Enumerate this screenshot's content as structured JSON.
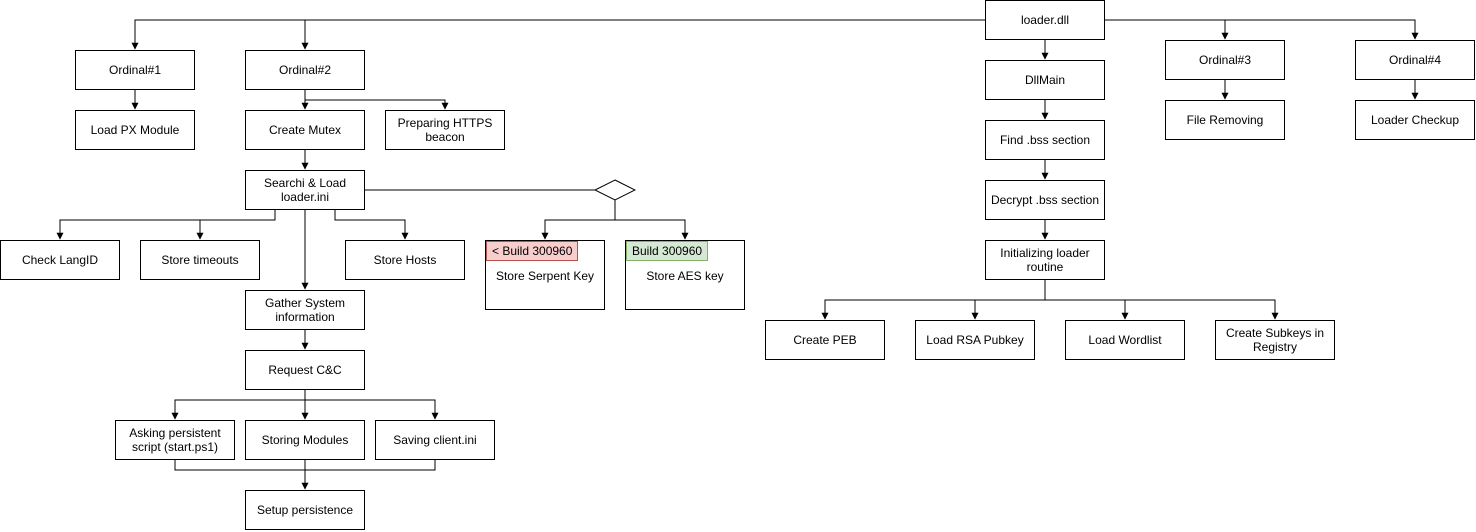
{
  "nodes": {
    "loader_dll": "loader.dll",
    "ordinal1": "Ordinal#1",
    "ordinal2": "Ordinal#2",
    "ordinal3": "Ordinal#3",
    "ordinal4": "Ordinal#4",
    "load_px": "Load PX Module",
    "create_mutex": "Create Mutex",
    "https_beacon": "Preparing HTTPS beacon",
    "search_load_ini": "Searchi & Load loader.ini",
    "check_langid": "Check LangID",
    "store_timeouts": "Store timeouts",
    "store_hosts": "Store Hosts",
    "gather_info": "Gather System information",
    "request_cc": "Request C&C",
    "asking_script": "Asking persistent script (start.ps1)",
    "storing_modules": "Storing Modules",
    "saving_client": "Saving client.ini",
    "setup_persistence": "Setup persistence",
    "serpent": "Store Serpent Key",
    "serpent_tag": "< Build 300960",
    "aes": "Store AES key",
    "aes_tag": "Build 300960",
    "dllmain": "DllMain",
    "find_bss": "Find .bss section",
    "decrypt_bss": "Decrypt .bss section",
    "init_loader": "Initializing loader routine",
    "create_peb": "Create PEB",
    "load_rsa": "Load RSA Pubkey",
    "load_wordlist": "Load Wordlist",
    "create_subkeys": "Create Subkeys in Registry",
    "file_removing": "File Removing",
    "loader_checkup": "Loader Checkup"
  },
  "colors": {
    "line": "#000000",
    "tag_red_fill": "#f8cecc",
    "tag_red_stroke": "#b85450",
    "tag_green_fill": "#d5e8d4",
    "tag_green_stroke": "#82b366"
  }
}
